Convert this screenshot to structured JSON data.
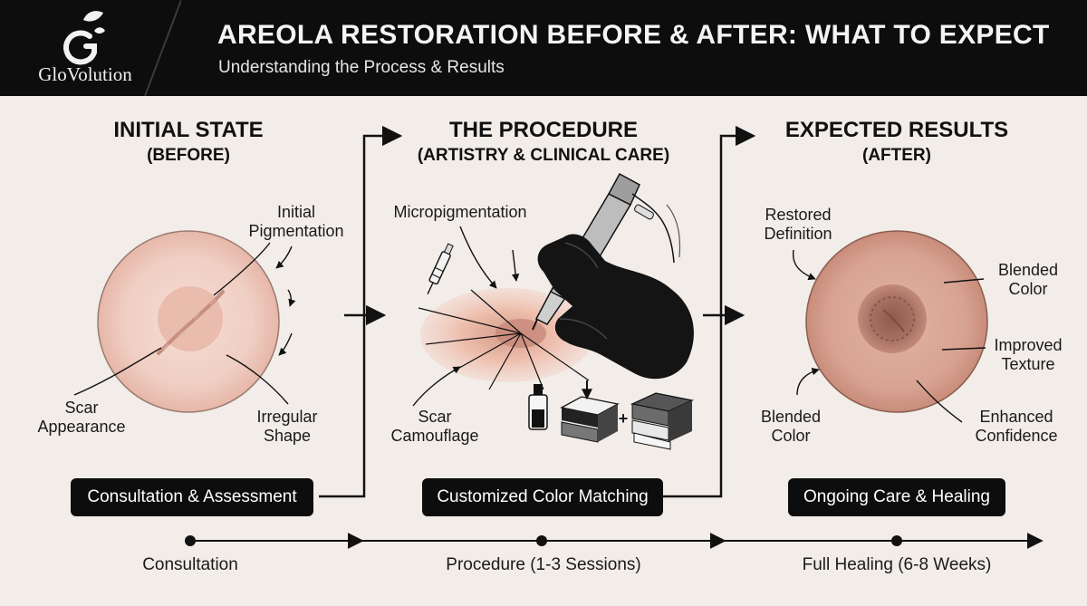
{
  "header": {
    "logo_text": "GloVolution",
    "title": "AREOLA RESTORATION BEFORE & AFTER: WHAT TO EXPECT",
    "subtitle": "Understanding the Process & Results"
  },
  "columns": [
    {
      "title": "INITIAL STATE",
      "subtitle": "(BEFORE)",
      "labels": [
        "Initial\nPigmentation",
        "Scar\nAppearance",
        "Irregular\nShape"
      ],
      "pill": "Consultation & Assessment"
    },
    {
      "title": "THE PROCEDURE",
      "subtitle": "(ARTISTRY & CLINICAL CARE)",
      "labels": [
        "Micropigmentation",
        "Scar\nCamouflage"
      ],
      "pill": "Customized Color Matching",
      "plus": "+"
    },
    {
      "title": "EXPECTED RESULTS",
      "subtitle": "(AFTER)",
      "labels": [
        "Restored\nDefinition",
        "Blended\nColor",
        "Improved\nTexture",
        "Blended\nColor",
        "Enhanced\nConfidence"
      ],
      "pill": "Ongoing Care & Healing"
    }
  ],
  "timeline": [
    "Consultation",
    "Procedure (1-3 Sessions)",
    "Full Healing (6-8 Weeks)"
  ],
  "colors": {
    "background": "#f2ede9",
    "header": "#0d0d0d",
    "skin_before": "#f0cfc4",
    "skin_after": "#d8a392",
    "center_after": "#a56f61"
  }
}
